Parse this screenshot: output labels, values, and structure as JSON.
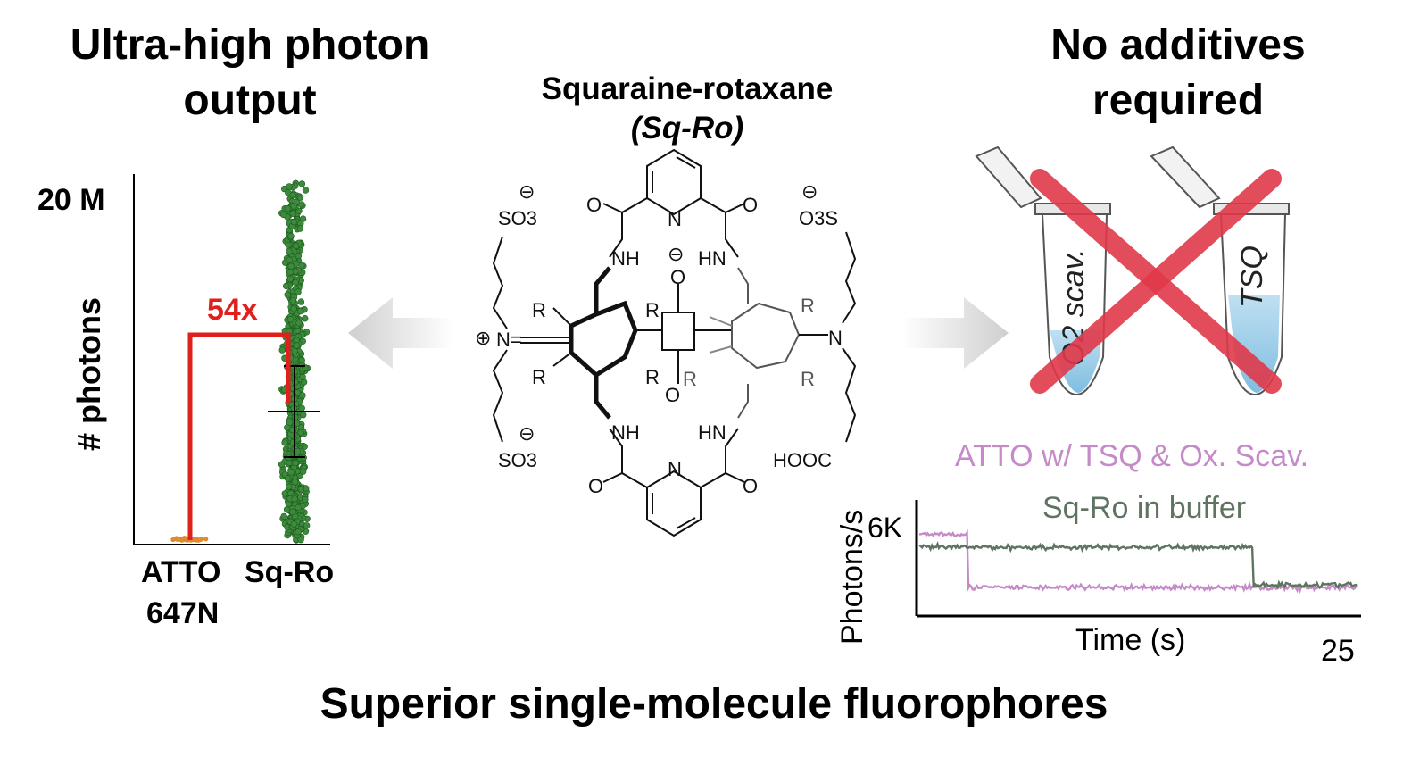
{
  "headings": {
    "left_line1": "Ultra-high photon",
    "left_line2": "output",
    "right_line1": "No additives",
    "right_line2": "required",
    "center_name": "Squaraine-rotaxane",
    "center_abbrev": "(Sq-Ro)",
    "bottom": "Superior single-molecule fluorophores"
  },
  "photon_chart": {
    "ylabel": "# photons",
    "ymax_label": "20 M",
    "ratio_label": "54x",
    "categories": [
      "ATTO 647N",
      "Sq-Ro"
    ],
    "cat1_line1": "ATTO",
    "cat1_line2": "647N",
    "cat2": "Sq-Ro",
    "colors": {
      "atto": "#e08a2c",
      "sqro": "#3c8a3c",
      "bracket": "#e0201c"
    }
  },
  "tubes": {
    "tube1_label": "O2 scav.",
    "tube2_label": "TSQ",
    "cross_color": "#e0394a"
  },
  "molecule": {
    "so3_top_left": "SO3",
    "so3_top_right": "O3S",
    "so3_bottom_left": "SO3",
    "n_plus": "N=",
    "n_right": "N",
    "hooc": "HOOC",
    "nh": "NH",
    "hn": "HN",
    "r": "R",
    "o": "O",
    "pyridine_n": "N",
    "minus": "⊖",
    "plus": "⊕"
  },
  "chart_data": {
    "type": "line",
    "title": "",
    "xlabel": "Time (s)",
    "ylabel": "Photons/s",
    "x_tick_end": "25",
    "y_tick": "6K",
    "xlim": [
      0,
      25
    ],
    "ylim": [
      0,
      8000
    ],
    "series": [
      {
        "name": "ATTO w/ TSQ & Ox. Scav.",
        "color": "#c58ac8",
        "segments": [
          {
            "x0": 0,
            "x1": 2.8,
            "level": 6000
          },
          {
            "x0": 2.8,
            "x1": 25,
            "level": 2000
          }
        ]
      },
      {
        "name": "Sq-Ro in buffer",
        "color": "#5f7460",
        "segments": [
          {
            "x0": 0,
            "x1": 19,
            "level": 5000
          },
          {
            "x0": 19,
            "x1": 25,
            "level": 2200
          }
        ]
      }
    ]
  }
}
